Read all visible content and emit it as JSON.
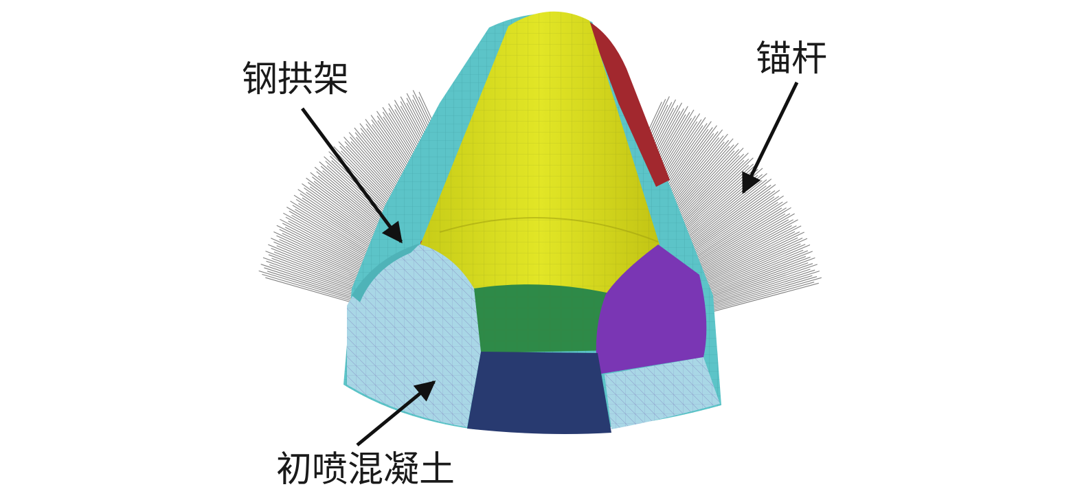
{
  "labels": {
    "steel_arch": "钢拱架",
    "anchor_bolt": "锚杆",
    "initial_shotcrete": "初喷混凝土"
  },
  "colors": {
    "crown_yellow": "#d8dc1c",
    "bench_green": "#2e8a48",
    "invert_navy": "#283a70",
    "right_wall_purple": "#7a36b4",
    "shotcrete_cyan": "#5cc4c8",
    "cut_face_lightblue": "#a9d7e6",
    "rib_red": "#a2282e",
    "bolt_gray": "#555555",
    "arrow_black": "#111111"
  }
}
